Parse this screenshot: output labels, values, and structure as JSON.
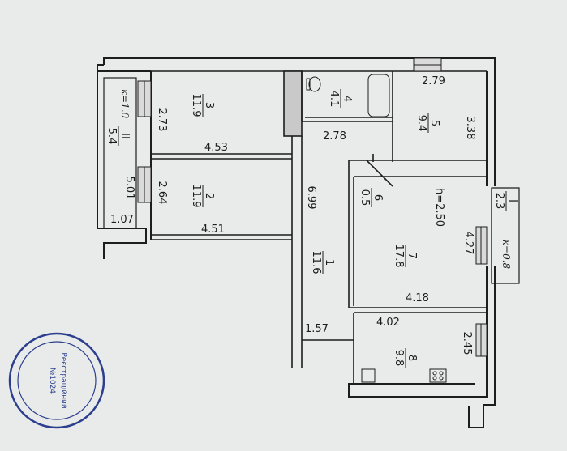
{
  "rooms": [
    {
      "id": "1",
      "area": "11.6"
    },
    {
      "id": "2",
      "area": "11.9"
    },
    {
      "id": "3",
      "area": "11.9"
    },
    {
      "id": "4",
      "area": "4.1"
    },
    {
      "id": "5",
      "area": "9.4"
    },
    {
      "id": "6",
      "area": "0.5"
    },
    {
      "id": "7",
      "area": "17.8"
    },
    {
      "id": "8",
      "area": "9.8"
    }
  ],
  "balconies": [
    {
      "roman": "I",
      "area": "2.3",
      "coef": "к=0.8"
    },
    {
      "roman": "II",
      "area": "5.4",
      "coef": "к=1.0"
    }
  ],
  "dimensions": {
    "d279": "2.79",
    "d338": "3.38",
    "d278": "2.78",
    "d273": "2.73",
    "d453": "4.53",
    "d264": "2.64",
    "d451": "4.51",
    "d501": "5.01",
    "d107": "1.07",
    "d699": "6.99",
    "d427": "4.27",
    "d418": "4.18",
    "d157": "1.57",
    "d402": "4.02",
    "d245": "2.45"
  },
  "height": "h=2.50",
  "stamp": {
    "line1": "Реєстраційний",
    "line2": "№1024"
  },
  "colors": {
    "paper": "#e9ebea",
    "ink": "#1d1d1d",
    "stamp": "#2c3f8e"
  }
}
